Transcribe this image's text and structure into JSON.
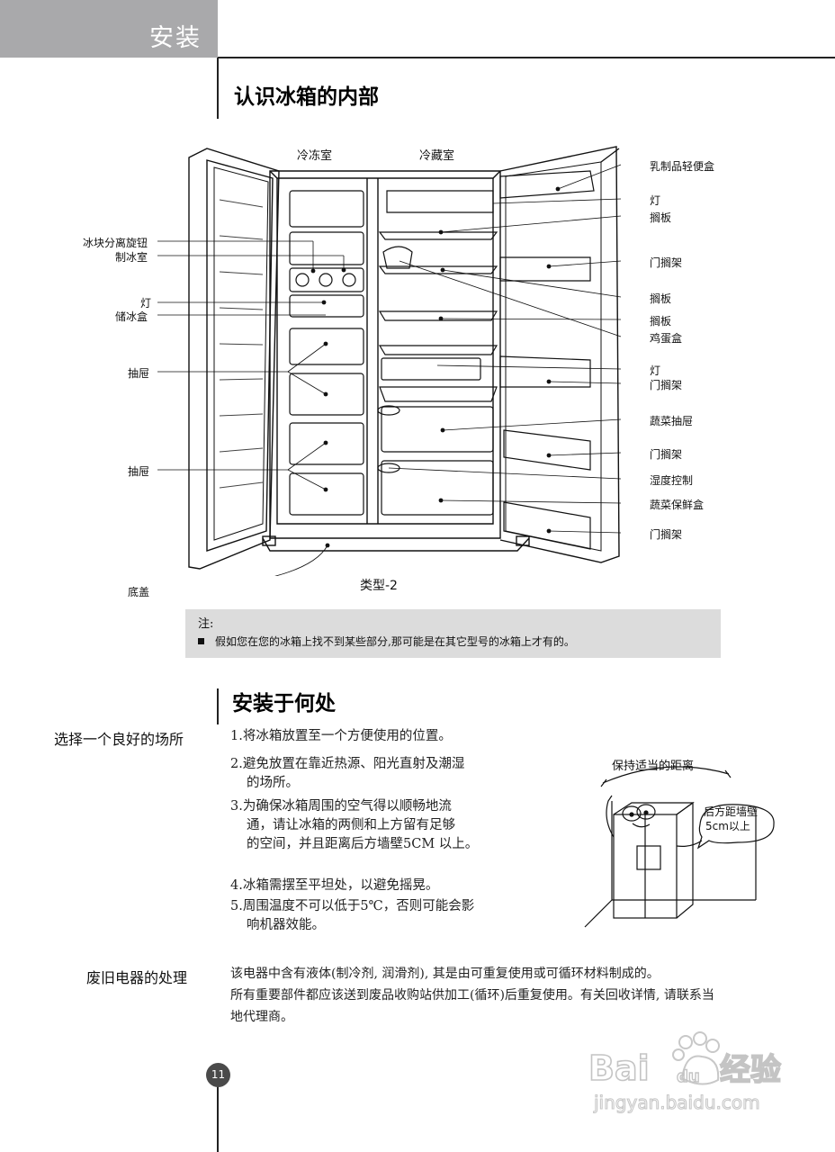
{
  "header": {
    "section_title": "安装"
  },
  "section1": {
    "title": "认识冰箱的内部",
    "top_labels": [
      "冷冻室",
      "冷藏室"
    ],
    "left_labels": [
      "冰块分离旋钮",
      "制冰室",
      "灯",
      "储冰盒",
      "抽屉",
      "抽屉",
      "底盖"
    ],
    "right_labels": [
      "乳制品轻便盒",
      "灯",
      "搁板",
      "门搁架",
      "搁板",
      "搁板",
      "鸡蛋盒",
      "灯",
      "门搁架",
      "蔬菜抽屉",
      "门搁架",
      "湿度控制",
      "蔬菜保鲜盒",
      "门搁架"
    ],
    "caption": "类型-2"
  },
  "note": {
    "title": "注:",
    "bullet": "假如您在您的冰箱上找不到某些部分,那可能是在其它型号的冰箱上才有的。"
  },
  "section2": {
    "title": "安装于何处",
    "location_heading": "选择一个良好的场所",
    "items": [
      [
        "1.将冰箱放置至一个方便使用的位置。"
      ],
      [
        "2.避免放置在靠近热源、阳光直射及潮湿",
        "的场所。"
      ],
      [
        "3.为确保冰箱周围的空气得以顺畅地流",
        "通，请让冰箱的两侧和上方留有足够",
        "的空间，并且距离后方墙壁5CM 以上。"
      ],
      [
        "4.冰箱需摆至平坦处，以避免摇晃。"
      ],
      [
        "5.周围温度不可以低于5℃，否则可能会影",
        "响机器效能。"
      ]
    ],
    "illustration": {
      "caption": "保持适当的距离",
      "bubble_line1": "后方距墙壁",
      "bubble_line2": "5cm以上"
    }
  },
  "disposal": {
    "heading": "废旧电器的处理",
    "lines": [
      "该电器中含有液体(制冷剂, 润滑剂),    其是由可重复使用或可循环材料制成的。",
      "所有重要部件都应该送到废品收购站供加工(循环)后重复使用。有关回收详情, 请联系当",
      "地代理商。"
    ]
  },
  "page_number": "11",
  "watermark": {
    "brand": "Bai du 经验",
    "url": "jingyan.baidu.com"
  }
}
